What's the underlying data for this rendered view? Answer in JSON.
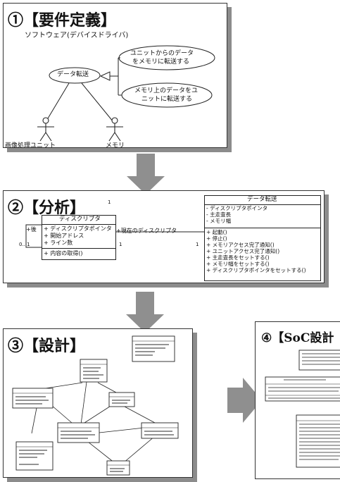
{
  "panel1": {
    "title": "①【要件定義】",
    "system_label": "ソフトウェア(デバイスドライバ)",
    "usecase_main": "データ転送",
    "usecase_a": [
      "ユニットからのデータ",
      "をメモリに転送する"
    ],
    "usecase_b": [
      "メモリ上のデータをユ",
      "ニットに転送する"
    ],
    "actor_left": "画像処理ユニット",
    "actor_right": "メモリ"
  },
  "panel2": {
    "title": "②【分析】",
    "desc_class": {
      "name": "ディスクリプタ",
      "attrs": [
        "ディスクリプタポインタ",
        "開始アドレス",
        "ライン数"
      ],
      "ops": [
        "内容の取得()"
      ]
    },
    "transfer_class": {
      "name": "データ転送",
      "attrs": [
        "ディスクリプタポインタ",
        "主走査長",
        "メモリ幅"
      ],
      "ops": [
        "起動()",
        "停止()",
        "メモリアクセス完了通知()",
        "ユニットアクセス完了通知()",
        "主走査長をセットする()",
        "メモリ幅をセットする()",
        "ディスクリプタポインタをセットする()"
      ]
    },
    "assoc_role": "+現在のディスクリプタ",
    "self_role": "+後",
    "mult_top": "1",
    "mult_self": "0...1",
    "mult_left": "1",
    "mult_right": "1"
  },
  "panel3": {
    "title": "③【設計】"
  },
  "panel4": {
    "title": "④【SoC設計"
  }
}
